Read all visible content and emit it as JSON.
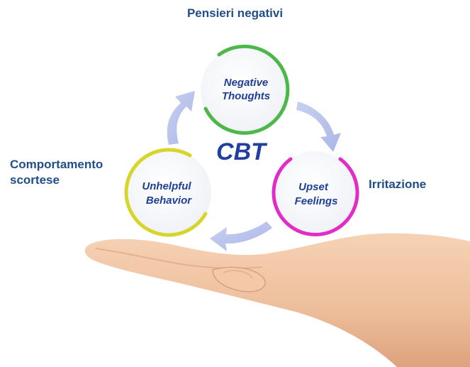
{
  "labels": {
    "top": "Pensieri negativi",
    "left_line1": "Comportamento",
    "left_line2": "scortese",
    "right": "Irritazione"
  },
  "diagram": {
    "center": "CBT",
    "nodes": [
      {
        "line1": "Negative",
        "line2": "Thoughts",
        "color": "#4cb848"
      },
      {
        "line1": "Upset",
        "line2": "Feelings",
        "color": "#e22cc7"
      },
      {
        "line1": "Unhelpful",
        "line2": "Behavior",
        "color": "#d7d42a"
      }
    ]
  },
  "colors": {
    "caption": "#1f4e8a",
    "node_text": "#1f3f96",
    "arrow": "#b9c3ea",
    "skin": "#f0c4a2"
  }
}
